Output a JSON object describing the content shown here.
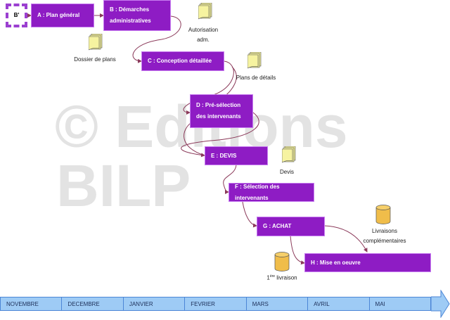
{
  "watermark": {
    "line1": "© Editions",
    "line2": "BILP"
  },
  "steps": {
    "bprime": "B'",
    "a": "A : Plan général",
    "b": "B : Démarches administratives",
    "c": "C : Conception détaillée",
    "d": "D : Pré-sélection des intervenants",
    "e": "E : DEVIS",
    "f": "F : Sélection des intervenants",
    "g": "G : ACHAT",
    "h": "H : Mise en oeuvre"
  },
  "documents": {
    "autorisation": "Autorisation adm.",
    "dossier": "Dossier de plans",
    "plans_details": "Plans de détails",
    "devis": "Devis",
    "livraisons": "Livraisons complémentaires",
    "premiere_num": "1",
    "premiere_sup": "ère",
    "premiere_text": " livraison"
  },
  "timeline": [
    "NOVEMBRE",
    "DECEMBRE",
    "JANVIER",
    "FEVRIER",
    "MARS",
    "AVRIL",
    "MAI"
  ],
  "colors": {
    "step": "#8e1cc4",
    "arrow": "#8b3a5a",
    "timeline": "#9ecbf5"
  }
}
